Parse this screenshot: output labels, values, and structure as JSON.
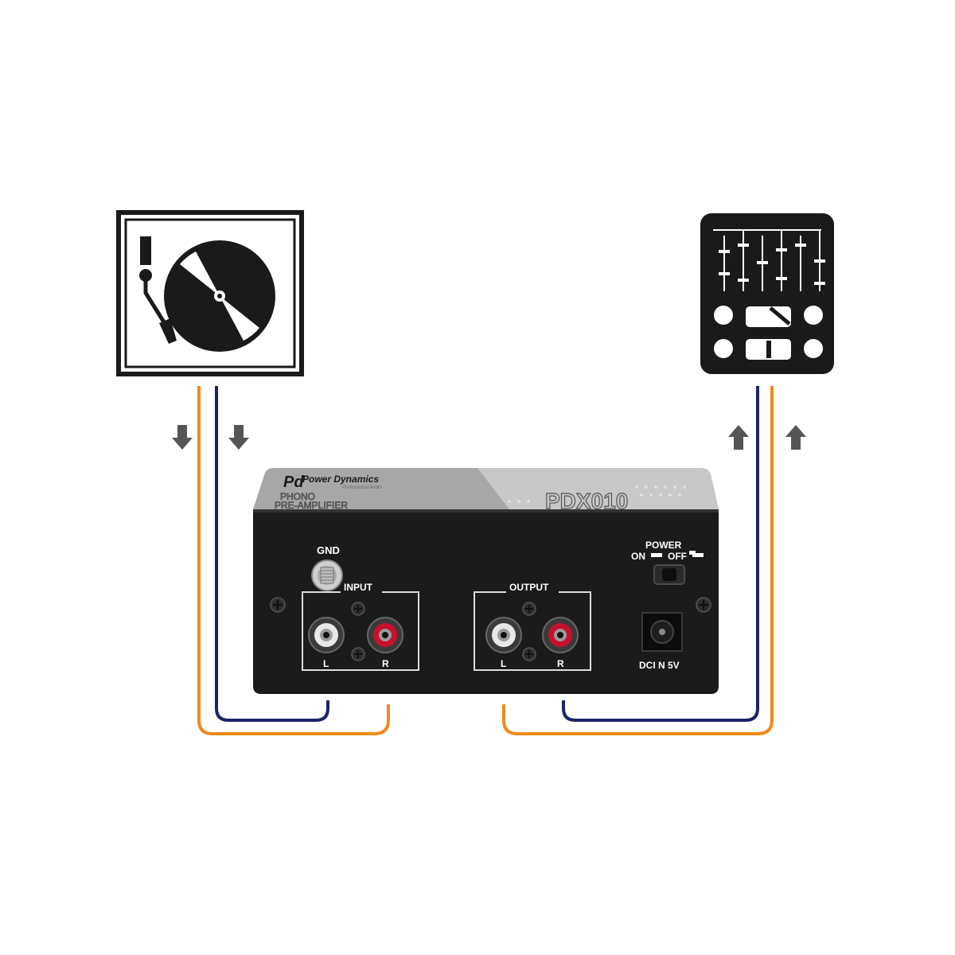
{
  "colors": {
    "background": "#ffffff",
    "cable_orange": "#f08a1c",
    "cable_navy": "#1c2466",
    "arrow_gray": "#555555",
    "device_body": "#1b1b1b",
    "device_top": "#9a9a9a",
    "jack_white": "#e8e8e8",
    "jack_red": "#c8102e"
  },
  "icons": {
    "turntable": "turntable-icon",
    "mixer": "dj-mixer-icon",
    "arrow_in": "arrow-down-icon",
    "arrow_out": "arrow-up-icon"
  },
  "device": {
    "brand_line1": "Power Dynamics",
    "brand_line2": "Professional Audio",
    "product_line1": "PHONO",
    "product_line2": "PRE-AMPLIFIER",
    "model": "PDX010",
    "gnd_label": "GND",
    "input_label": "INPUT",
    "output_label": "OUTPUT",
    "left_label": "L",
    "right_label": "R",
    "power_label": "POWER",
    "on_label": "ON",
    "off_label": "OFF",
    "dc_label": "DCI N 5V"
  }
}
